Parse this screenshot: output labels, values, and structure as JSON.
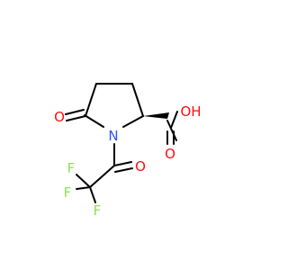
{
  "molecule": {
    "atoms": [
      {
        "id": "O_oxo",
        "label": "O",
        "color": "#ff0d0d"
      },
      {
        "id": "N1",
        "label": "N",
        "color": "#3050f8"
      },
      {
        "id": "O_acyl",
        "label": "O",
        "color": "#ff0d0d"
      },
      {
        "id": "O_carbonyl",
        "label": "O",
        "color": "#ff0d0d"
      },
      {
        "id": "OH",
        "label": "OH",
        "color": "#ff0d0d"
      },
      {
        "id": "F1",
        "label": "F",
        "color": "#90e050"
      },
      {
        "id": "F2",
        "label": "F",
        "color": "#90e050"
      },
      {
        "id": "F3",
        "label": "F",
        "color": "#90e050"
      }
    ],
    "bond_color": "#000000"
  }
}
